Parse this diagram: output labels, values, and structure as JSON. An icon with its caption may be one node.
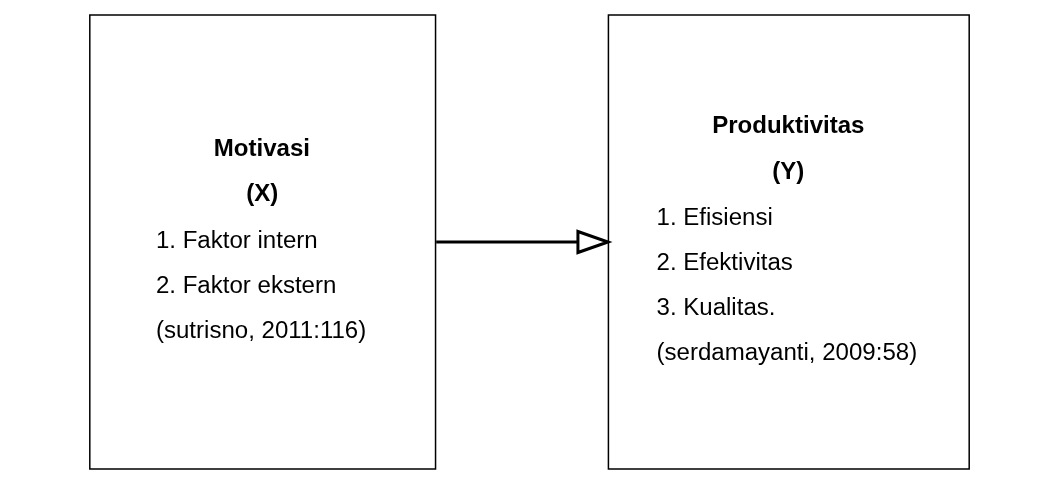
{
  "diagram": {
    "nodes": [
      {
        "text": [
          "Motivasi",
          "(X)",
          "1. Faktor intern",
          "2. Faktor ekstern",
          "(sutrisno, 2011:116)"
        ]
      },
      {
        "text": [
          "Produktivitas",
          "(Y)",
          "1. Efisiensi",
          "2. Efektivitas",
          "3. Kualitas.",
          "(serdamayanti, 2009:58)"
        ]
      }
    ],
    "edges": [
      {
        "from": 0,
        "to": 1,
        "arrow": "to"
      }
    ]
  }
}
